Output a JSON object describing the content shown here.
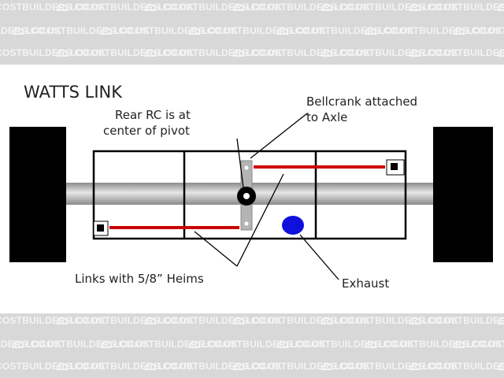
{
  "watermark": {
    "text": "LOCOSTBUILDERS.CO.UK"
  },
  "diagram": {
    "title": "WATTS LINK",
    "labels": {
      "rear_rc_line1": "Rear RC is at",
      "rear_rc_line2": "center of pivot",
      "bellcrank_line1": "Bellcrank attached",
      "bellcrank_line2": "to Axle",
      "links": "Links with 5/8” Heims",
      "exhaust": "Exhaust"
    }
  },
  "colors": {
    "link_red": "#cc0000",
    "exhaust_blue": "#1010dd",
    "wheel_black": "#000000",
    "axle_gray": "#a8a8a8",
    "watermark_band": "#d8d8d8"
  }
}
